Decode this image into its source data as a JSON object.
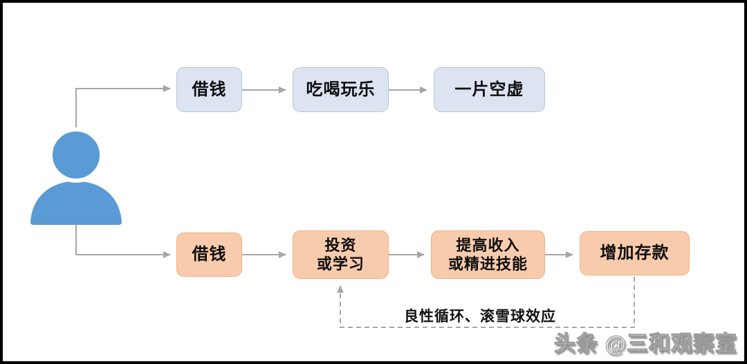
{
  "diagram": {
    "person": {
      "icon": "person-icon",
      "color": "#5B9BD5"
    },
    "connector_color": "#A6A6A6",
    "top_path": {
      "box_fill": "#DCE3F1",
      "box_border": "#B9C5DC",
      "boxes": [
        {
          "label": "借钱"
        },
        {
          "label": "吃喝玩乐"
        },
        {
          "label": "一片空虚"
        }
      ]
    },
    "bottom_path": {
      "box_fill": "#F8CBAD",
      "box_border": "#EFB183",
      "boxes": [
        {
          "label": "借钱"
        },
        {
          "label": "投资\n或学习"
        },
        {
          "label": "提高收入\n或精进技能"
        },
        {
          "label": "增加存款"
        }
      ]
    },
    "feedback_label": "良性循环、滚雪球效应"
  },
  "watermark": {
    "text": "头条 @三和观察室"
  },
  "frame_color": "#000000"
}
